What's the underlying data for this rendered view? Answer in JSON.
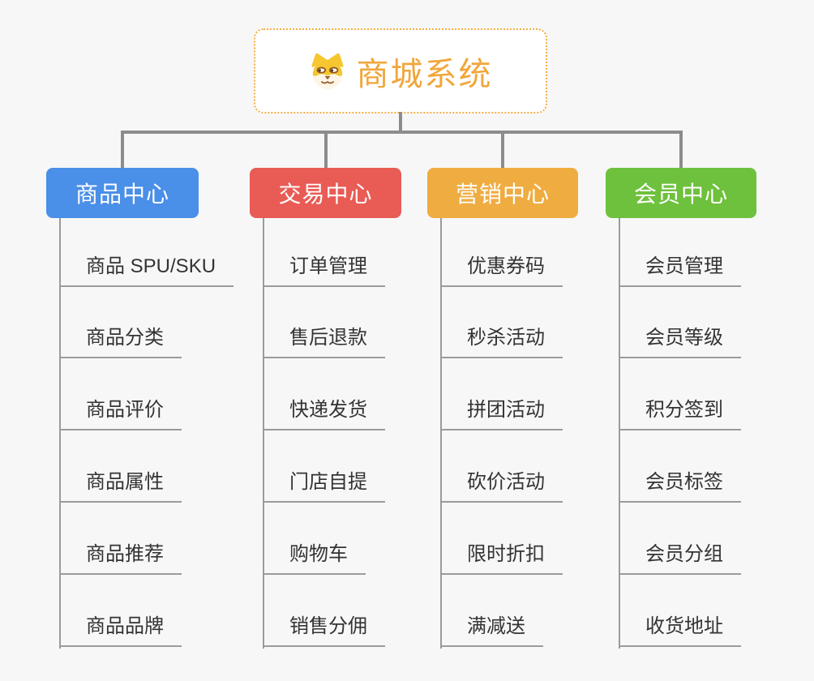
{
  "diagram": {
    "root": {
      "title": "商城系统",
      "icon": "shiba-dog-icon",
      "title_color": "#F1A63A",
      "border_color": "#F5AC45"
    },
    "connector_color": "#8C8C8C",
    "leaf_underline_color": "#9B9B9B",
    "leaf_text_color": "#333333",
    "branches": [
      {
        "id": "product-center",
        "label": "商品中心",
        "color": "#4A8FE8",
        "children": [
          "商品 SPU/SKU",
          "商品分类",
          "商品评价",
          "商品属性",
          "商品推荐",
          "商品品牌"
        ]
      },
      {
        "id": "trade-center",
        "label": "交易中心",
        "color": "#E95B55",
        "children": [
          "订单管理",
          "售后退款",
          "快递发货",
          "门店自提",
          "购物车",
          "销售分佣"
        ]
      },
      {
        "id": "marketing-center",
        "label": "营销中心",
        "color": "#EFAC40",
        "children": [
          "优惠券码",
          "秒杀活动",
          "拼团活动",
          "砍价活动",
          "限时折扣",
          "满减送"
        ]
      },
      {
        "id": "member-center",
        "label": "会员中心",
        "color": "#6EC13C",
        "children": [
          "会员管理",
          "会员等级",
          "积分签到",
          "会员标签",
          "会员分组",
          "收货地址"
        ]
      }
    ]
  }
}
